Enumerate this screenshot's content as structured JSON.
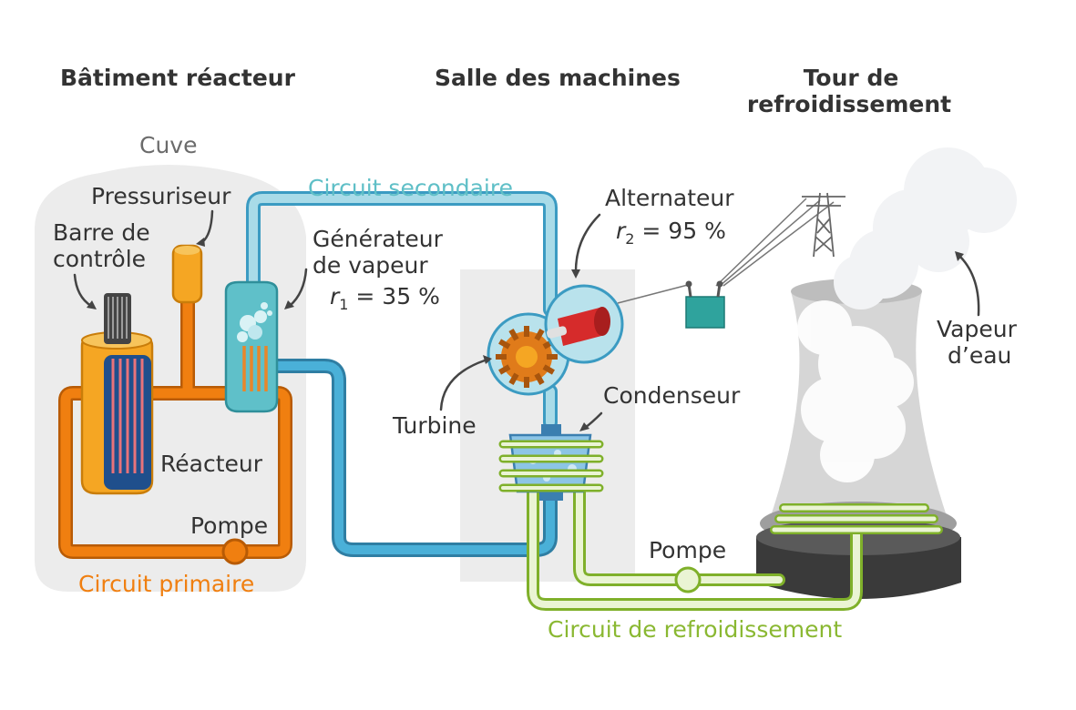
{
  "headers": {
    "reactor_building": "Bâtiment réacteur",
    "machine_room": "Salle des machines",
    "cooling_tower_line1": "Tour de",
    "cooling_tower_line2": "refroidissement"
  },
  "labels": {
    "cuve": "Cuve",
    "pressuriseur": "Pressuriseur",
    "barre_line1": "Barre de",
    "barre_line2": "contrôle",
    "generateur_line1": "Générateur",
    "generateur_line2": "de vapeur",
    "r1_symbol": "r",
    "r1_sub": "1",
    "r1_value": " = 35 %",
    "reacteur": "Réacteur",
    "pompe_primary": "Pompe",
    "alternateur": "Alternateur",
    "r2_symbol": "r",
    "r2_sub": "2",
    "r2_value": " = 95 %",
    "turbine": "Turbine",
    "condenseur": "Condenseur",
    "pompe_cooling": "Pompe",
    "vapeur_line1": "Vapeur",
    "vapeur_line2": "d’eau"
  },
  "circuits": {
    "primary": "Circuit primaire",
    "secondary": "Circuit secondaire",
    "cooling": "Circuit de refroidissement"
  },
  "colors": {
    "primary": "#f07f10",
    "secondary": "#3b9bc2",
    "secondary_light": "#a9dbe8",
    "cooling": "#9cc83a",
    "cooling_light": "#eaf4d4"
  }
}
